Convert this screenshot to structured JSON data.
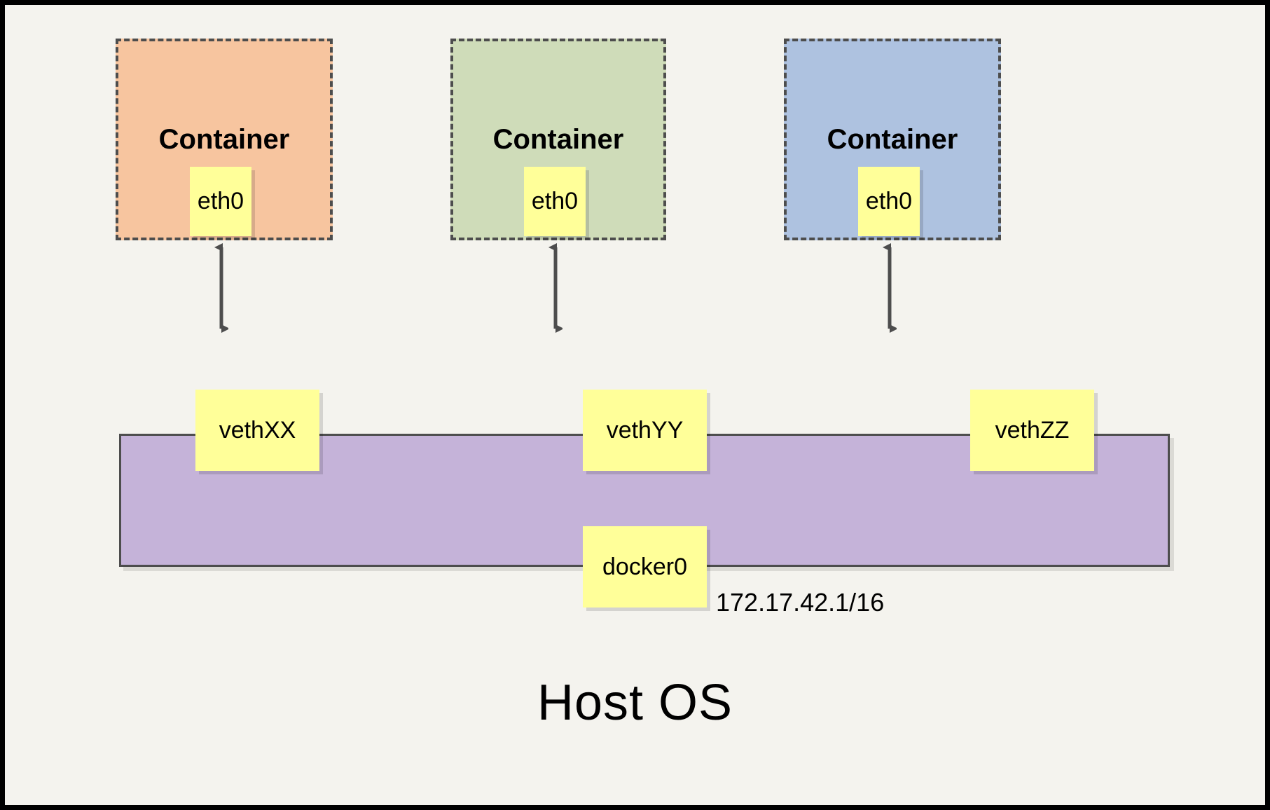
{
  "diagram": {
    "title_bottom": "Host OS",
    "background_color": "#f4f3ee",
    "border_color": "#000000",
    "containers": [
      {
        "label": "Container",
        "fill": "#f7c59f",
        "eth_label": "eth0",
        "veth_label": "vethXX"
      },
      {
        "label": "Container",
        "fill": "#cfdcb9",
        "eth_label": "eth0",
        "veth_label": "vethYY"
      },
      {
        "label": "Container",
        "fill": "#aec2e0",
        "eth_label": "eth0",
        "veth_label": "vethZZ"
      }
    ],
    "bridge": {
      "name": "docker0",
      "box_label": "docker0",
      "ip": "172.17.42.1/16",
      "fill": "#c5b3d9",
      "stroke": "#4d4d4d"
    },
    "node_box_fill": "#ffff99",
    "arrow_color": "#4d4d4d"
  }
}
